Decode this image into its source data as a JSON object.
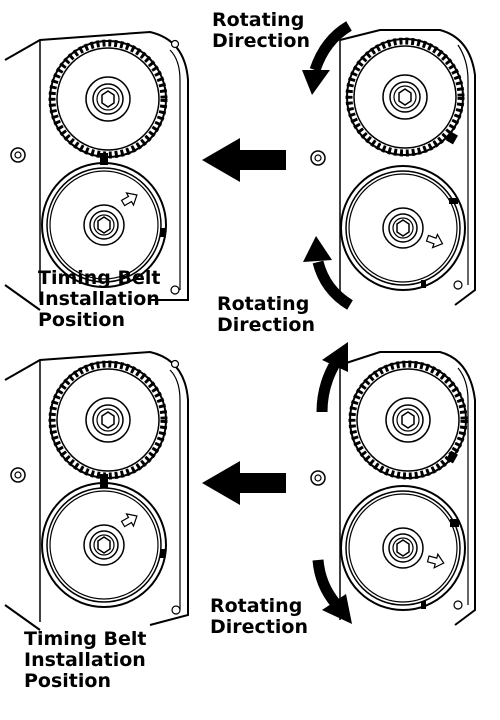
{
  "labels": {
    "rotating_direction_1": "Rotating\nDirection",
    "rotating_direction_2": "Rotating\nDirection",
    "rotating_direction_3": "Rotating\nDirection",
    "timing_belt_1": "Timing Belt\nInstallation\nPosition",
    "timing_belt_2": "Timing Belt\nInstallation\nPosition"
  }
}
